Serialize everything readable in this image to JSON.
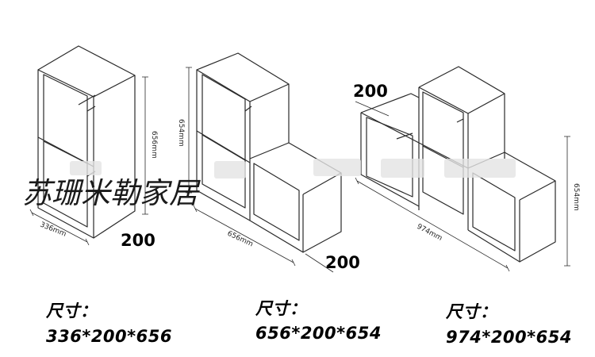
{
  "watermark": {
    "text": "苏珊米勒家居"
  },
  "shelves": [
    {
      "id": "single-stack",
      "height_label": "656mm",
      "width_label": "336mm",
      "depth_label": "200",
      "spec_title": "尺寸：",
      "spec_value": "336*200*656"
    },
    {
      "id": "double-step",
      "height_label": "654mm",
      "width_label": "656mm",
      "depth_label": "200",
      "spec_title": "尺寸：",
      "spec_value": "656*200*654"
    },
    {
      "id": "triple-step",
      "height_label": "654mm",
      "width_label": "974mm",
      "depth_label": "200",
      "spec_title": "尺寸：",
      "spec_value": "974*200*654"
    }
  ],
  "colors": {
    "line": "#2a2a2a",
    "text": "#000000",
    "background": "#ffffff"
  }
}
